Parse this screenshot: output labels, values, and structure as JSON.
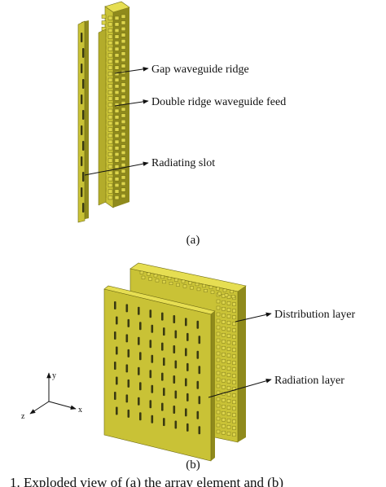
{
  "figure": {
    "panel_a": {
      "callouts": [
        "Gap waveguide ridge",
        "Double ridge waveguide feed",
        "Radiating slot"
      ],
      "sublabel": "(a)"
    },
    "panel_b": {
      "callouts": [
        "Distribution layer",
        "Radiation layer"
      ],
      "sublabel": "(b)",
      "axes": {
        "y": "y",
        "x": "x",
        "z": "z"
      }
    },
    "caption": "1. Exploded view of (a) the array element and (b)"
  },
  "colors": {
    "metal_face": "#c9c236",
    "metal_side": "#8f8a1c",
    "metal_top": "#e6de52",
    "slot": "#3a3a12",
    "pin": "#dcd44a",
    "line": "#111111"
  }
}
